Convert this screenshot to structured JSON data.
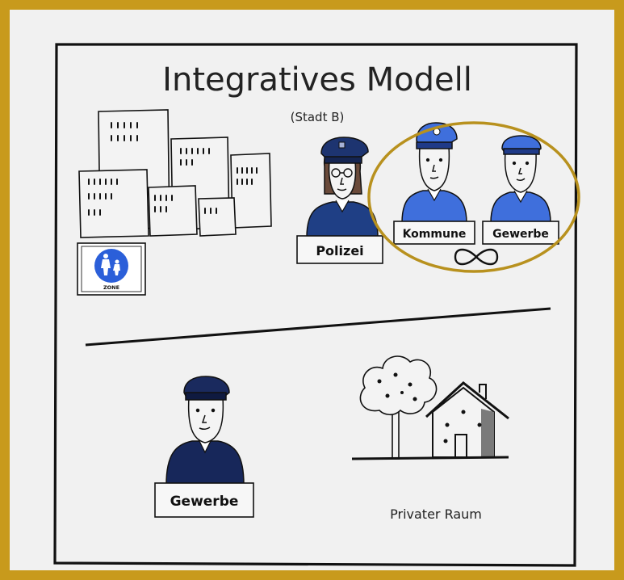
{
  "title": "Integratives Modell",
  "subtitle": "(Stadt B)",
  "zone_sign": {
    "label": "ZONE"
  },
  "labels": {
    "polizei": "Polizei",
    "kommune": "Kommune",
    "gewerbe_top": "Gewerbe",
    "gewerbe_bottom": "Gewerbe",
    "private_space": "Privater Raum"
  },
  "colors": {
    "frame": "#c89a1c",
    "paper": "#f1f1f1",
    "ink": "#111111",
    "police_navy": "#1f3f85",
    "municipal_blue": "#3f6fdc",
    "private_guard_navy": "#17275a",
    "highlight_ring": "#b8911e"
  },
  "icons": [
    "city-buildings-icon",
    "pedestrian-zone-sign-icon",
    "infinity-icon",
    "tree-icon",
    "house-icon"
  ]
}
